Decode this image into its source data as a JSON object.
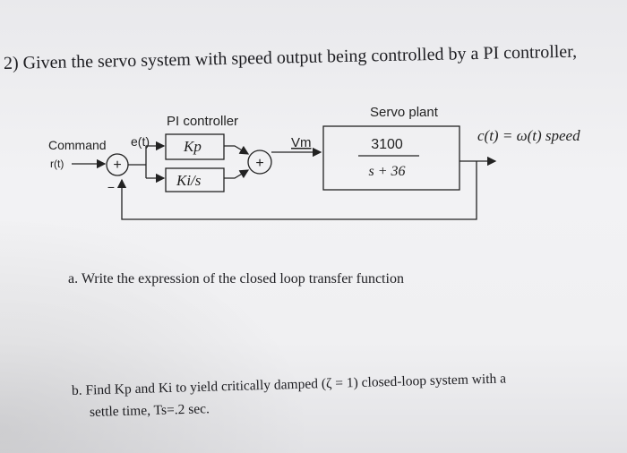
{
  "question": {
    "number": "2)",
    "title": "Given the servo system with speed output being controlled by a PI controller,",
    "part_a": "a. Write the expression of the closed loop transfer function",
    "part_b_line1": "b. Find Kp and Ki to yield critically damped (ζ = 1) closed-loop system with a",
    "part_b_line2": "settle time, Ts=.2 sec."
  },
  "diagram": {
    "command_label": "Command",
    "input_label": "r(t)",
    "error_label": "e(t)",
    "controller_title": "PI controller",
    "kp_label": "Kp",
    "ki_label": "Ki/s",
    "vm_label": "Vm",
    "plant_title": "Servo plant",
    "plant_numerator": "3100",
    "plant_denominator": "s + 36",
    "output_label": "c(t) = ω(t) speed",
    "sum_sign": "+",
    "feedback_sign": "−"
  }
}
